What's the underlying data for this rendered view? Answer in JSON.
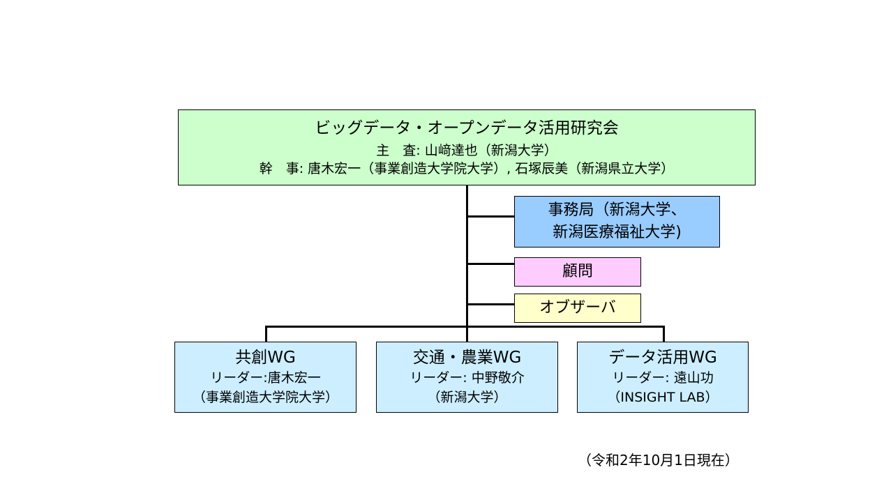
{
  "colors": {
    "main_box": "#ccffcc",
    "secretariat_box": "#99ccff",
    "advisor_box": "#ffccff",
    "observer_box": "#ffffcc",
    "wg_box": "#cceeff"
  },
  "main": {
    "title": "ビッグデータ・オープンデータ活用研究会",
    "chief": "主　査: 山﨑達也（新潟大学）",
    "secretaries": "幹　事: 唐木宏一（事業創造大学院大学）, 石塚辰美（新潟県立大学）"
  },
  "side_boxes": {
    "secretariat_line1": "事務局（新潟大学、",
    "secretariat_line2": "新潟医療福祉大学)",
    "advisor": "顧問",
    "observer": "オブザーバ"
  },
  "working_groups": [
    {
      "name": "共創WG",
      "leader": "リーダー:唐木宏一",
      "affiliation": "（事業創造大学院大学）"
    },
    {
      "name": "交通・農業WG",
      "leader": "リーダー: 中野敬介",
      "affiliation": "（新潟大学）"
    },
    {
      "name": "データ活用WG",
      "leader": "リーダー: 遠山功",
      "affiliation": "（INSIGHT LAB）"
    }
  ],
  "date_note": "（令和2年10月1日現在）"
}
